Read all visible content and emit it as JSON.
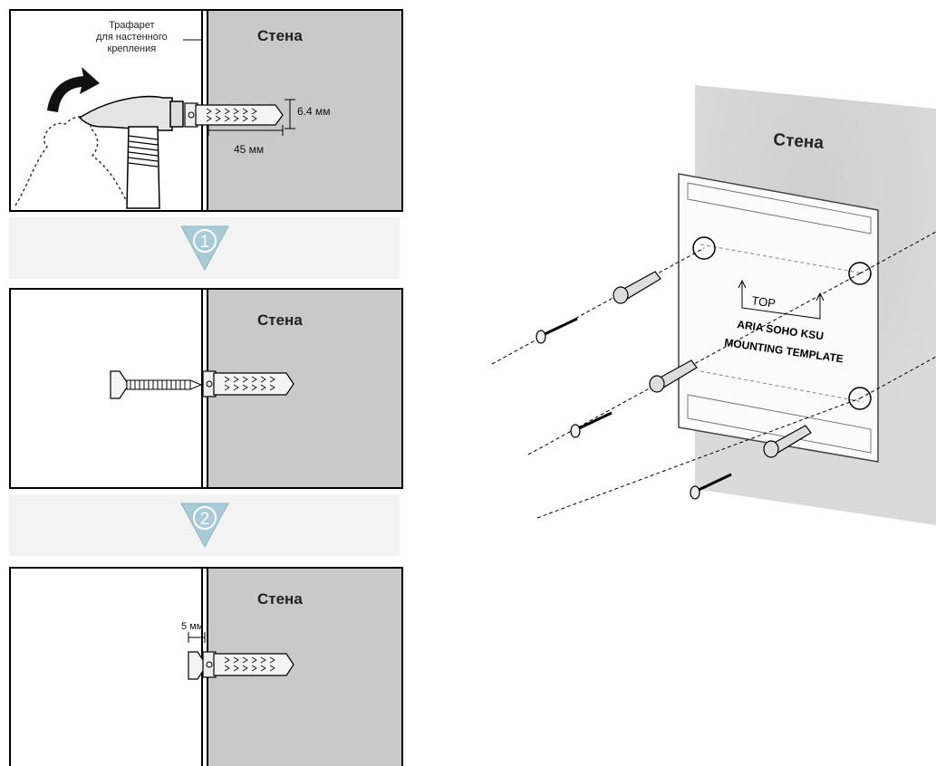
{
  "panel1": {
    "wall_label": "Стена",
    "template_label_line1": "Трафарет",
    "template_label_line2": "для настенного",
    "template_label_line3": "крепления",
    "dim_diameter": "6.4 мм",
    "dim_length": "45 мм"
  },
  "step1": {
    "number": "1"
  },
  "panel2": {
    "wall_label": "Стена"
  },
  "step2": {
    "number": "2"
  },
  "panel3": {
    "wall_label": "Стена",
    "dim_gap": "5 мм"
  },
  "right_figure": {
    "wall_label": "Стена",
    "plate_top": "TOP",
    "plate_title1": "ARIA SOHO KSU",
    "plate_title2": "MOUNTING  TEMPLATE"
  },
  "colors": {
    "wall": "#c9c9c9",
    "badge": "#a9cbd8",
    "band": "#f3f3f3"
  }
}
